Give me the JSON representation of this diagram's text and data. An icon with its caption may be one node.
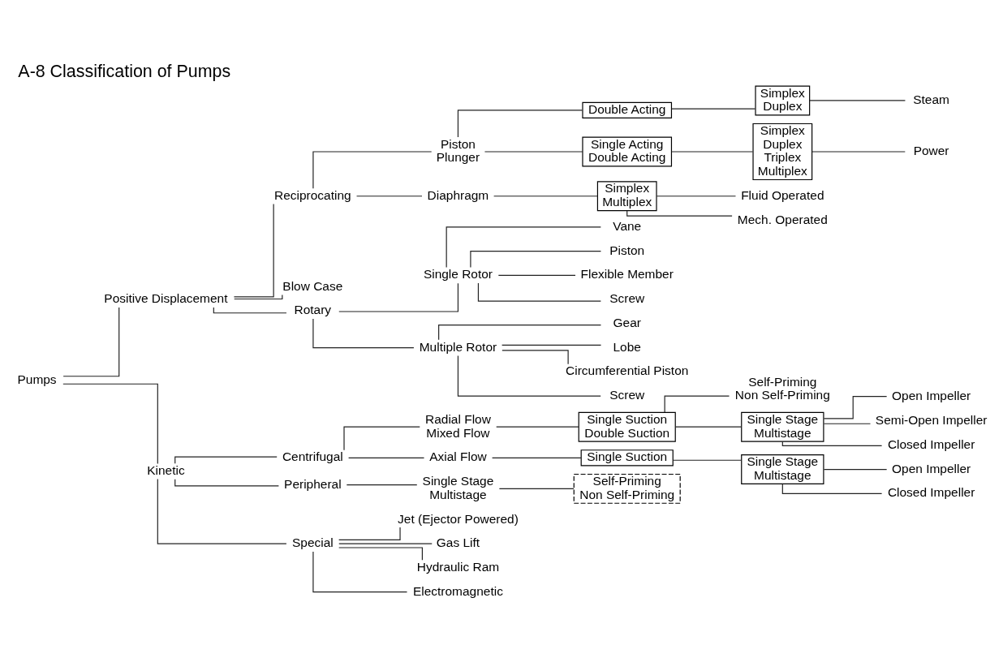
{
  "diagram": {
    "title": "A-8 Classification of Pumps",
    "nodes": [
      {
        "text": [
          "Pumps"
        ]
      },
      {
        "text": [
          "Positive Displacement"
        ]
      },
      {
        "text": [
          "Kinetic"
        ]
      },
      {
        "text": [
          "Reciprocating"
        ]
      },
      {
        "text": [
          "Blow Case"
        ]
      },
      {
        "text": [
          "Rotary"
        ]
      },
      {
        "text": [
          "Piston",
          "Plunger"
        ]
      },
      {
        "text": [
          "Diaphragm"
        ]
      },
      {
        "text": [
          "Double Acting"
        ]
      },
      {
        "text": [
          "Single Acting",
          "Double Acting"
        ]
      },
      {
        "text": [
          "Simplex",
          "Duplex"
        ]
      },
      {
        "text": [
          "Simplex",
          "Duplex",
          "Triplex",
          "Multiplex"
        ]
      },
      {
        "text": [
          "Simplex",
          "Multiplex"
        ]
      },
      {
        "text": [
          "Steam"
        ]
      },
      {
        "text": [
          "Power"
        ]
      },
      {
        "text": [
          "Fluid Operated"
        ]
      },
      {
        "text": [
          "Mech. Operated"
        ]
      },
      {
        "text": [
          "Single Rotor"
        ]
      },
      {
        "text": [
          "Multiple Rotor"
        ]
      },
      {
        "text": [
          "Vane"
        ]
      },
      {
        "text": [
          "Piston"
        ]
      },
      {
        "text": [
          "Flexible Member"
        ]
      },
      {
        "text": [
          "Screw"
        ]
      },
      {
        "text": [
          "Gear"
        ]
      },
      {
        "text": [
          "Lobe"
        ]
      },
      {
        "text": [
          "Circumferential Piston"
        ]
      },
      {
        "text": [
          "Screw"
        ]
      },
      {
        "text": [
          "Centrifugal"
        ]
      },
      {
        "text": [
          "Peripheral"
        ]
      },
      {
        "text": [
          "Special"
        ]
      },
      {
        "text": [
          "Radial Flow",
          "Mixed Flow"
        ]
      },
      {
        "text": [
          "Axial Flow"
        ]
      },
      {
        "text": [
          "Single Suction",
          "Double Suction"
        ]
      },
      {
        "text": [
          "Self-Priming",
          "Non Self-Priming"
        ]
      },
      {
        "text": [
          "Single Stage",
          "Multistage"
        ]
      },
      {
        "text": [
          "Open Impeller"
        ]
      },
      {
        "text": [
          "Semi-Open Impeller"
        ]
      },
      {
        "text": [
          "Closed Impeller"
        ]
      },
      {
        "text": [
          "Single Suction"
        ]
      },
      {
        "text": [
          "Single Stage",
          "Multistage"
        ]
      },
      {
        "text": [
          "Open Impeller"
        ]
      },
      {
        "text": [
          "Closed Impeller"
        ]
      },
      {
        "text": [
          "Single Stage",
          "Multistage"
        ]
      },
      {
        "text": [
          "Self-Priming",
          "Non Self-Priming"
        ]
      },
      {
        "text": [
          "Jet (Ejector Powered)"
        ]
      },
      {
        "text": [
          "Gas Lift"
        ]
      },
      {
        "text": [
          "Hydraulic Ram"
        ]
      },
      {
        "text": [
          "Electromagnetic"
        ]
      }
    ],
    "edges": [
      {
        "from": 0,
        "to": 1,
        "arrow": "none"
      },
      {
        "from": 0,
        "to": 2,
        "arrow": "none"
      },
      {
        "from": 1,
        "to": 3,
        "arrow": "none"
      },
      {
        "from": 1,
        "to": 4,
        "arrow": "none"
      },
      {
        "from": 1,
        "to": 5,
        "arrow": "none"
      },
      {
        "from": 3,
        "to": 6,
        "arrow": "none"
      },
      {
        "from": 3,
        "to": 7,
        "arrow": "none"
      },
      {
        "from": 6,
        "to": 8,
        "arrow": "none"
      },
      {
        "from": 6,
        "to": 9,
        "arrow": "none"
      },
      {
        "from": 8,
        "to": 10,
        "arrow": "none"
      },
      {
        "from": 9,
        "to": 11,
        "arrow": "none"
      },
      {
        "from": 7,
        "to": 12,
        "arrow": "none"
      },
      {
        "from": 10,
        "to": 13,
        "arrow": "none"
      },
      {
        "from": 11,
        "to": 14,
        "arrow": "none"
      },
      {
        "from": 12,
        "to": 15,
        "arrow": "none"
      },
      {
        "from": 12,
        "to": 16,
        "arrow": "none"
      },
      {
        "from": 5,
        "to": 17,
        "arrow": "none"
      },
      {
        "from": 5,
        "to": 18,
        "arrow": "none"
      },
      {
        "from": 17,
        "to": 19,
        "arrow": "none"
      },
      {
        "from": 17,
        "to": 20,
        "arrow": "none"
      },
      {
        "from": 17,
        "to": 21,
        "arrow": "none"
      },
      {
        "from": 17,
        "to": 22,
        "arrow": "none"
      },
      {
        "from": 18,
        "to": 23,
        "arrow": "none"
      },
      {
        "from": 18,
        "to": 24,
        "arrow": "none"
      },
      {
        "from": 18,
        "to": 25,
        "arrow": "none"
      },
      {
        "from": 18,
        "to": 26,
        "arrow": "none"
      },
      {
        "from": 2,
        "to": 27,
        "arrow": "none"
      },
      {
        "from": 2,
        "to": 28,
        "arrow": "none"
      },
      {
        "from": 2,
        "to": 29,
        "arrow": "none"
      },
      {
        "from": 27,
        "to": 30,
        "arrow": "none"
      },
      {
        "from": 27,
        "to": 31,
        "arrow": "none"
      },
      {
        "from": 30,
        "to": 32,
        "arrow": "none"
      },
      {
        "from": 32,
        "to": 33,
        "arrow": "none"
      },
      {
        "from": 32,
        "to": 34,
        "arrow": "none"
      },
      {
        "from": 34,
        "to": 35,
        "arrow": "none"
      },
      {
        "from": 34,
        "to": 36,
        "arrow": "none"
      },
      {
        "from": 34,
        "to": 37,
        "arrow": "none"
      },
      {
        "from": 31,
        "to": 38,
        "arrow": "none"
      },
      {
        "from": 38,
        "to": 39,
        "arrow": "none"
      },
      {
        "from": 39,
        "to": 40,
        "arrow": "none"
      },
      {
        "from": 39,
        "to": 41,
        "arrow": "none"
      },
      {
        "from": 28,
        "to": 42,
        "arrow": "none"
      },
      {
        "from": 42,
        "to": 43,
        "arrow": "none"
      },
      {
        "from": 29,
        "to": 44,
        "arrow": "none"
      },
      {
        "from": 29,
        "to": 45,
        "arrow": "none"
      },
      {
        "from": 29,
        "to": 46,
        "arrow": "none"
      },
      {
        "from": 29,
        "to": 47,
        "arrow": "none"
      }
    ]
  }
}
